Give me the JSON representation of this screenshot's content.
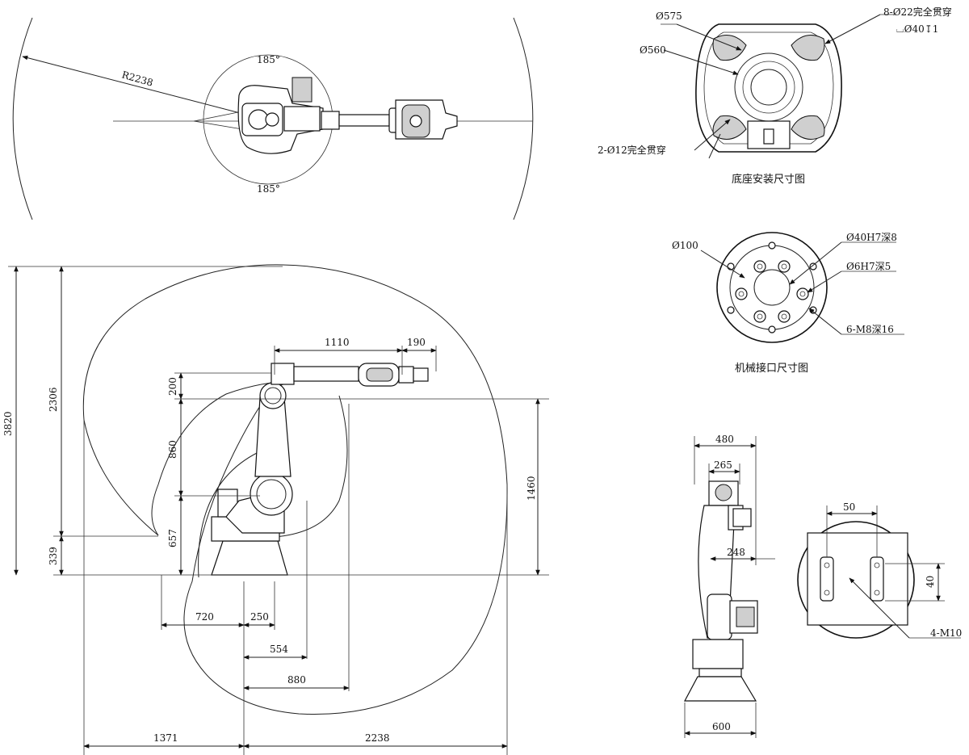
{
  "top_view": {
    "radius_label": "R2238",
    "angle_top": "185°",
    "angle_bottom": "185°"
  },
  "base_mount": {
    "caption": "底座安装尺寸图",
    "d575": "Ø575",
    "d560": "Ø560",
    "holes_8": "8-Ø22完全贯穿",
    "counterbore": "⌴Ø40↧1",
    "holes_2": "2-Ø12完全贯穿"
  },
  "flange": {
    "caption": "机械接口尺寸图",
    "d100": "Ø100",
    "d40": "Ø40H7深8",
    "d6": "Ø6H7深5",
    "m8": "6-M8深16"
  },
  "side_view": {
    "dim_3820": "3820",
    "dim_2306": "2306",
    "dim_339": "339",
    "dim_1110": "1110",
    "dim_190": "190",
    "dim_200": "200",
    "dim_860": "860",
    "dim_657": "657",
    "dim_1460": "1460",
    "dim_720": "720",
    "dim_250": "250",
    "dim_554": "554",
    "dim_880": "880",
    "dim_1371": "1371",
    "dim_2238": "2238"
  },
  "front_view": {
    "dim_480": "480",
    "dim_265": "265",
    "dim_248": "248",
    "dim_600": "600"
  },
  "detail": {
    "dim_50": "50",
    "dim_40": "40",
    "m10": "4-M10"
  }
}
